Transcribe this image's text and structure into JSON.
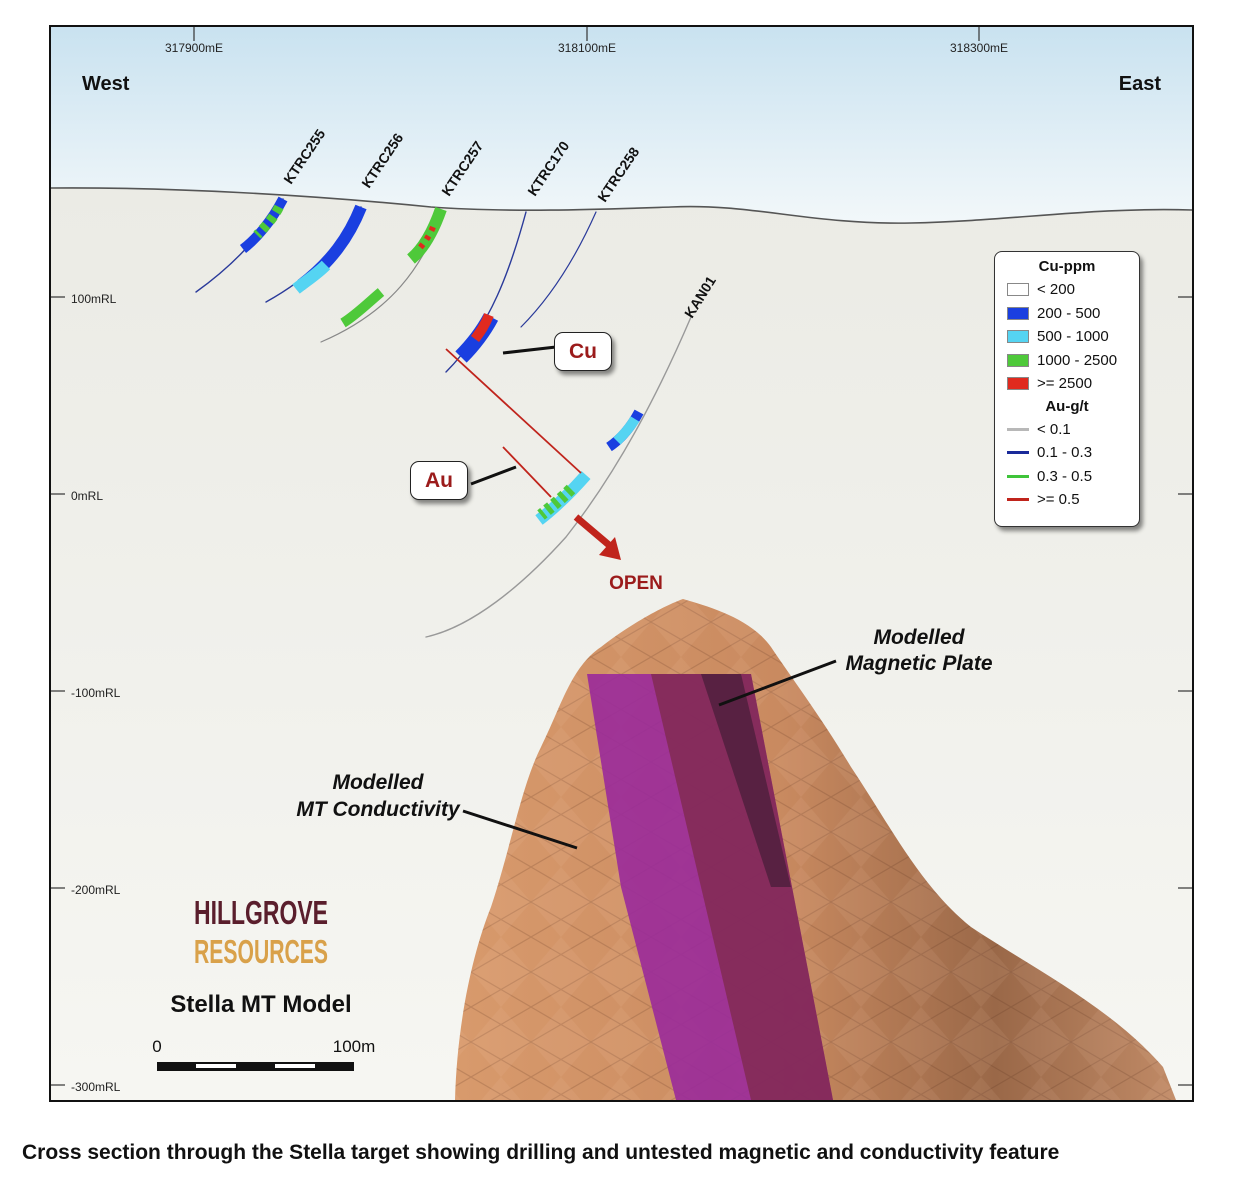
{
  "easting_labels": [
    "317900mE",
    "318100mE",
    "318300mE"
  ],
  "rl_labels": [
    "100mRL",
    "0mRL",
    "-100mRL",
    "-200mRL",
    "-300mRL"
  ],
  "direction": {
    "west": "West",
    "east": "East"
  },
  "drillholes": [
    "KTRC255",
    "KTRC256",
    "KTRC257",
    "KTRC170",
    "KTRC258",
    "KAN01"
  ],
  "legend": {
    "cu_title": "Cu-ppm",
    "cu_items": [
      {
        "label": "< 200",
        "color": "#ffffff"
      },
      {
        "label": "200 - 500",
        "color": "#1a3fe0"
      },
      {
        "label": "500 - 1000",
        "color": "#55d4f2"
      },
      {
        "label": "1000 - 2500",
        "color": "#4ec93a"
      },
      {
        "label": ">= 2500",
        "color": "#e02a1f"
      }
    ],
    "au_title": "Au-g/t",
    "au_items": [
      {
        "label": "< 0.1",
        "color": "#b8b8b8"
      },
      {
        "label": "0.1 - 0.3",
        "color": "#1a2a9a"
      },
      {
        "label": "0.3 - 0.5",
        "color": "#3fc43a"
      },
      {
        "label": ">= 0.5",
        "color": "#c0241c"
      }
    ]
  },
  "callouts": {
    "cu": "Cu",
    "au": "Au"
  },
  "annotations": {
    "open": "OPEN",
    "magnetic_line1": "Modelled",
    "magnetic_line2": "Magnetic Plate",
    "mt_line1": "Modelled",
    "mt_line2": "MT Conductivity"
  },
  "logo": {
    "line1": "HILLGROVE",
    "line2": "RESOURCES"
  },
  "model_title": "Stella MT Model",
  "scale_bar": {
    "start": "0",
    "end": "100m"
  },
  "caption": "Cross section through the Stella target showing drilling and untested magnetic and conductivity feature",
  "colors": {
    "sky_top": "#c9e2f0",
    "ground": "#efefeb",
    "mt_body": "#c98a60",
    "magnetic_plate": "#9a2a9a",
    "accent_red": "#9b1b1b",
    "logo_line1": "#5a1e2c",
    "logo_line2": "#d9a14a"
  }
}
